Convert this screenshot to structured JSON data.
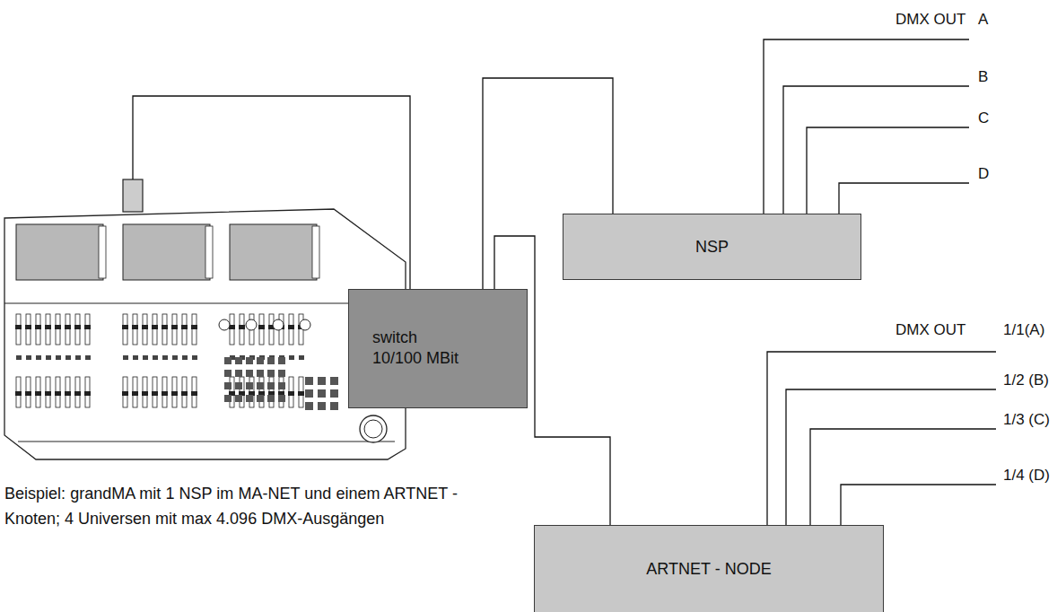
{
  "diagram": {
    "caption": "Beispiel: grandMA mit 1 NSP im MA-NET und einem ARTNET - Knoten; 4 Universen mit max 4.096 DMX-Ausgängen",
    "nodes": [
      {
        "text": [
          "NSP"
        ]
      },
      {
        "text": [
          "switch 10/100 MBit"
        ]
      },
      {
        "text": [
          "ARTNET - NODE"
        ]
      }
    ],
    "edges": [
      {
        "from": 1,
        "to": 0,
        "arrow": "none"
      },
      {
        "from": 1,
        "to": 2,
        "arrow": "none"
      }
    ],
    "labels": [
      "DMX OUT",
      "A",
      "B",
      "C",
      "D",
      "DMX OUT",
      "1/1(A)",
      "1/2 (B)",
      "1/3 (C)",
      "1/4 (D)"
    ]
  }
}
